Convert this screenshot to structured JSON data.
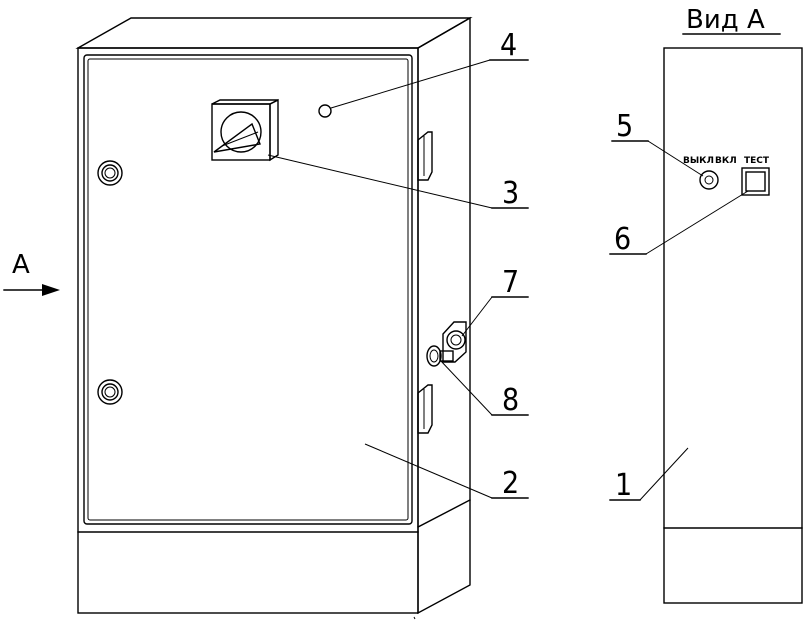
{
  "view_title": "Вид А",
  "view_arrow_label": "А",
  "callouts": {
    "c1": "1",
    "c2": "2",
    "c3": "3",
    "c4": "4",
    "c5": "5",
    "c6": "6",
    "c7": "7",
    "c8": "8"
  },
  "side_panel": {
    "switch_label_off": "ВЫКЛ",
    "switch_label_on": "ВКЛ",
    "test_label": "ТЕСТ"
  }
}
